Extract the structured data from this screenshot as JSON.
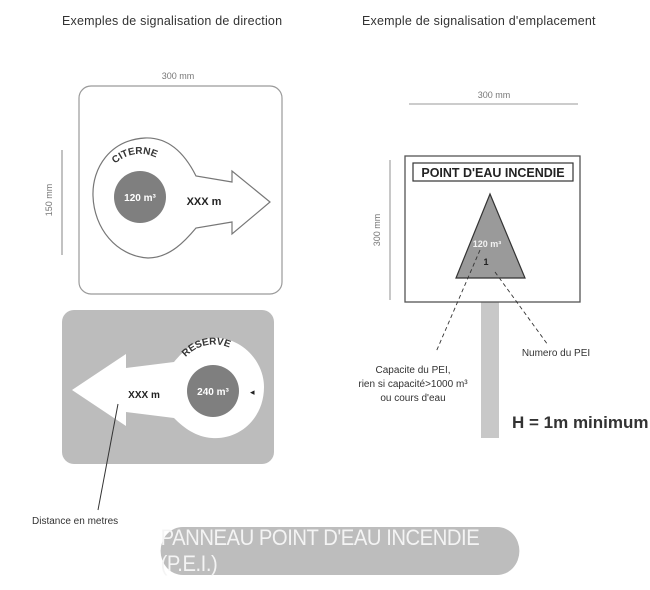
{
  "headings": {
    "left": "Exemples de signalisation de direction",
    "right": "Exemple de signalisation d'emplacement"
  },
  "sign1": {
    "dim_width": "300 mm",
    "dim_height": "150 mm",
    "word": "CITERNE",
    "volume": "120 m³",
    "distance": "XXX m"
  },
  "sign2": {
    "word": "RESERVE",
    "volume": "240 m³",
    "distance": "XXX m"
  },
  "location_sign": {
    "dim_width": "300 mm",
    "dim_height": "300 mm",
    "title": "POINT D'EAU INCENDIE",
    "volume": "120 m³",
    "number": "1"
  },
  "annotations": {
    "capacity_line1": "Capacite du PEI,",
    "capacity_line2": "rien si capacité>1000 m³",
    "capacity_line3": "ou cours d'eau",
    "pei_number": "Numero du PEI",
    "height": "H = 1m minimum",
    "distance": "Distance en metres"
  },
  "banner": "PANNEAU POINT D'EAU INCENDIE (P.E.I.)",
  "colors": {
    "sign_gray": "#bcbcbc",
    "disc_gray": "#7f7f7f",
    "triangle_gray": "#9a9a9a",
    "banner_gray": "#bdbdbd"
  }
}
